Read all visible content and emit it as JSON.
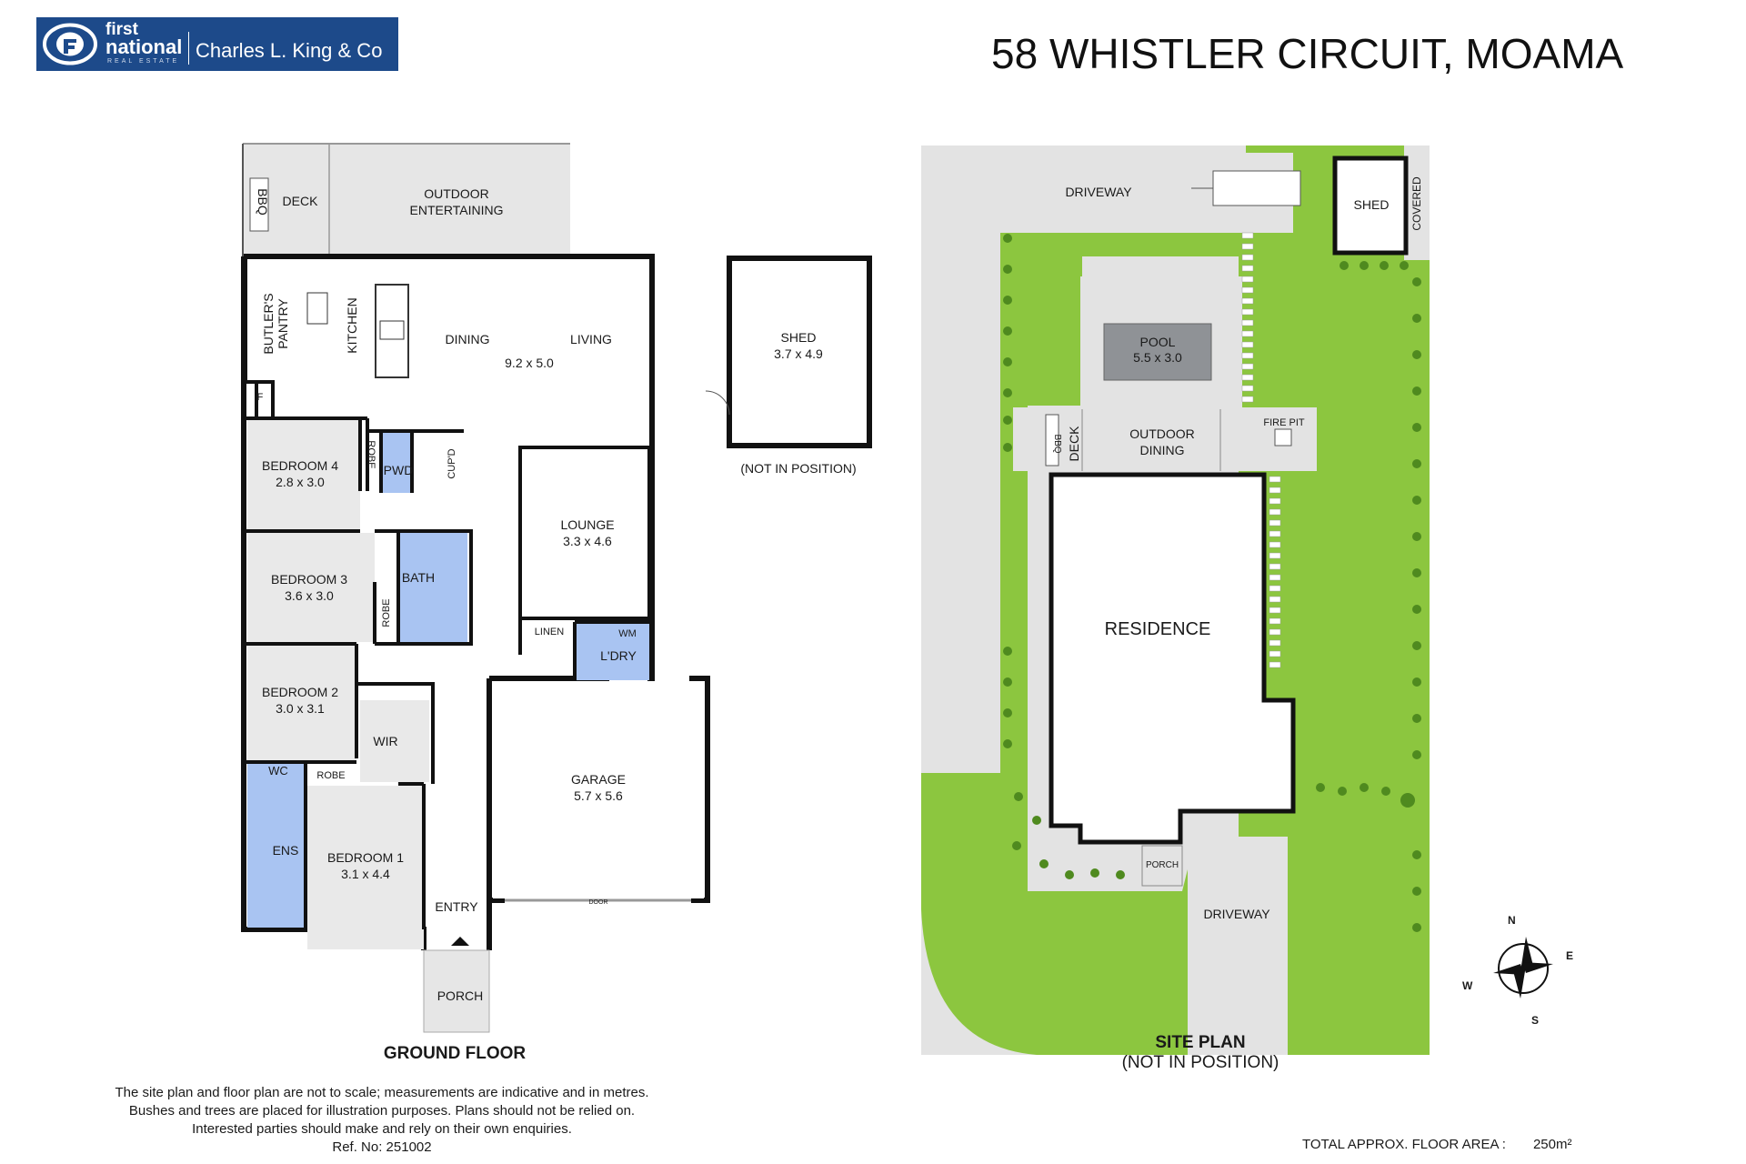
{
  "header": {
    "logo": {
      "line1": "first",
      "line2": "national",
      "tagline": "REAL ESTATE",
      "office": "Charles L. King & Co"
    },
    "title": "58 WHISTLER CIRCUIT, MOAMA"
  },
  "colors": {
    "brand_blue": "#1d4a8a",
    "wet_area": "#a9c4f2",
    "lawn": "#8cc63f",
    "paving": "#e3e3e3",
    "pool": "#8f9296",
    "wall": "#111111"
  },
  "ground_floor": {
    "caption": "GROUND FLOOR",
    "rooms": [
      {
        "key": "deck",
        "label": "DECK"
      },
      {
        "key": "bbq",
        "label": "BBQ"
      },
      {
        "key": "outdoor_entertaining",
        "label": "OUTDOOR",
        "label2": "ENTERTAINING"
      },
      {
        "key": "butlers_pantry",
        "label": "BUTLER'S",
        "label2": "PANTRY"
      },
      {
        "key": "kitchen",
        "label": "KITCHEN"
      },
      {
        "key": "dining",
        "label": "DINING"
      },
      {
        "key": "living",
        "label": "LIVING",
        "size": "9.2 x 5.0"
      },
      {
        "key": "f",
        "label": "F"
      },
      {
        "key": "bedroom4",
        "label": "BEDROOM 4",
        "size": "2.8 x 3.0"
      },
      {
        "key": "robe4",
        "label": "ROBE"
      },
      {
        "key": "pwd",
        "label": "PWD"
      },
      {
        "key": "cupd",
        "label": "CUP'D"
      },
      {
        "key": "lounge",
        "label": "LOUNGE",
        "size": "3.3 x 4.6"
      },
      {
        "key": "bedroom3",
        "label": "BEDROOM 3",
        "size": "3.6 x 3.0"
      },
      {
        "key": "robe3",
        "label": "ROBE"
      },
      {
        "key": "bath",
        "label": "BATH"
      },
      {
        "key": "linen",
        "label": "LINEN"
      },
      {
        "key": "wm",
        "label": "WM"
      },
      {
        "key": "ldry",
        "label": "L'DRY"
      },
      {
        "key": "bedroom2",
        "label": "BEDROOM 2",
        "size": "3.0 x 3.1"
      },
      {
        "key": "wir",
        "label": "WIR"
      },
      {
        "key": "wc",
        "label": "WC"
      },
      {
        "key": "robe2",
        "label": "ROBE"
      },
      {
        "key": "garage",
        "label": "GARAGE",
        "size": "5.7 x 5.6"
      },
      {
        "key": "garage_door",
        "label": "DOOR"
      },
      {
        "key": "ens",
        "label": "ENS"
      },
      {
        "key": "bedroom1",
        "label": "BEDROOM 1",
        "size": "3.1 x 4.4"
      },
      {
        "key": "entry",
        "label": "ENTRY"
      },
      {
        "key": "porch",
        "label": "PORCH"
      }
    ],
    "shed": {
      "label": "SHED",
      "size": "3.7 x 4.9",
      "note": "(NOT IN POSITION)"
    }
  },
  "site_plan": {
    "caption": "SITE PLAN",
    "caption_note": "(NOT IN POSITION)",
    "labels": {
      "driveway_top": "DRIVEWAY",
      "shed": "SHED",
      "covered": "COVERED",
      "pool": "POOL",
      "pool_size": "5.5 x 3.0",
      "bbq": "BBQ",
      "deck": "DECK",
      "outdoor_dining_1": "OUTDOOR",
      "outdoor_dining_2": "DINING",
      "fire_pit": "FIRE PIT",
      "residence": "RESIDENCE",
      "porch": "PORCH",
      "driveway_front": "DRIVEWAY"
    },
    "compass": {
      "n": "N",
      "e": "E",
      "s": "S",
      "w": "W"
    }
  },
  "disclaimer": [
    "The site plan and floor plan are not to scale; measurements are indicative and in metres.",
    "Bushes and trees are placed for illustration purposes. Plans should not be relied on.",
    "Interested parties should make and rely on their own enquiries.",
    "Ref. No: 251002"
  ],
  "total_area": {
    "label": "TOTAL APPROX. FLOOR AREA   :",
    "value": "250m²"
  }
}
